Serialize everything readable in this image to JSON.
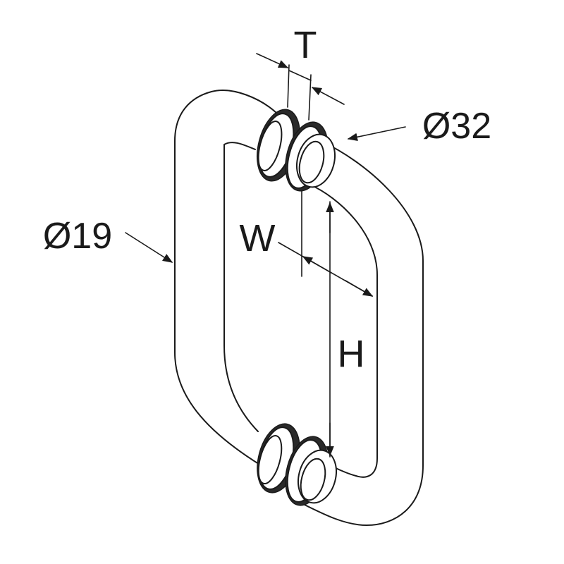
{
  "labels": {
    "thickness": "T",
    "mount_diameter": "Ø32",
    "rod_diameter": "Ø19",
    "width": "W",
    "height": "H"
  },
  "colors": {
    "stroke": "#1a1a1a",
    "background": "#ffffff"
  }
}
